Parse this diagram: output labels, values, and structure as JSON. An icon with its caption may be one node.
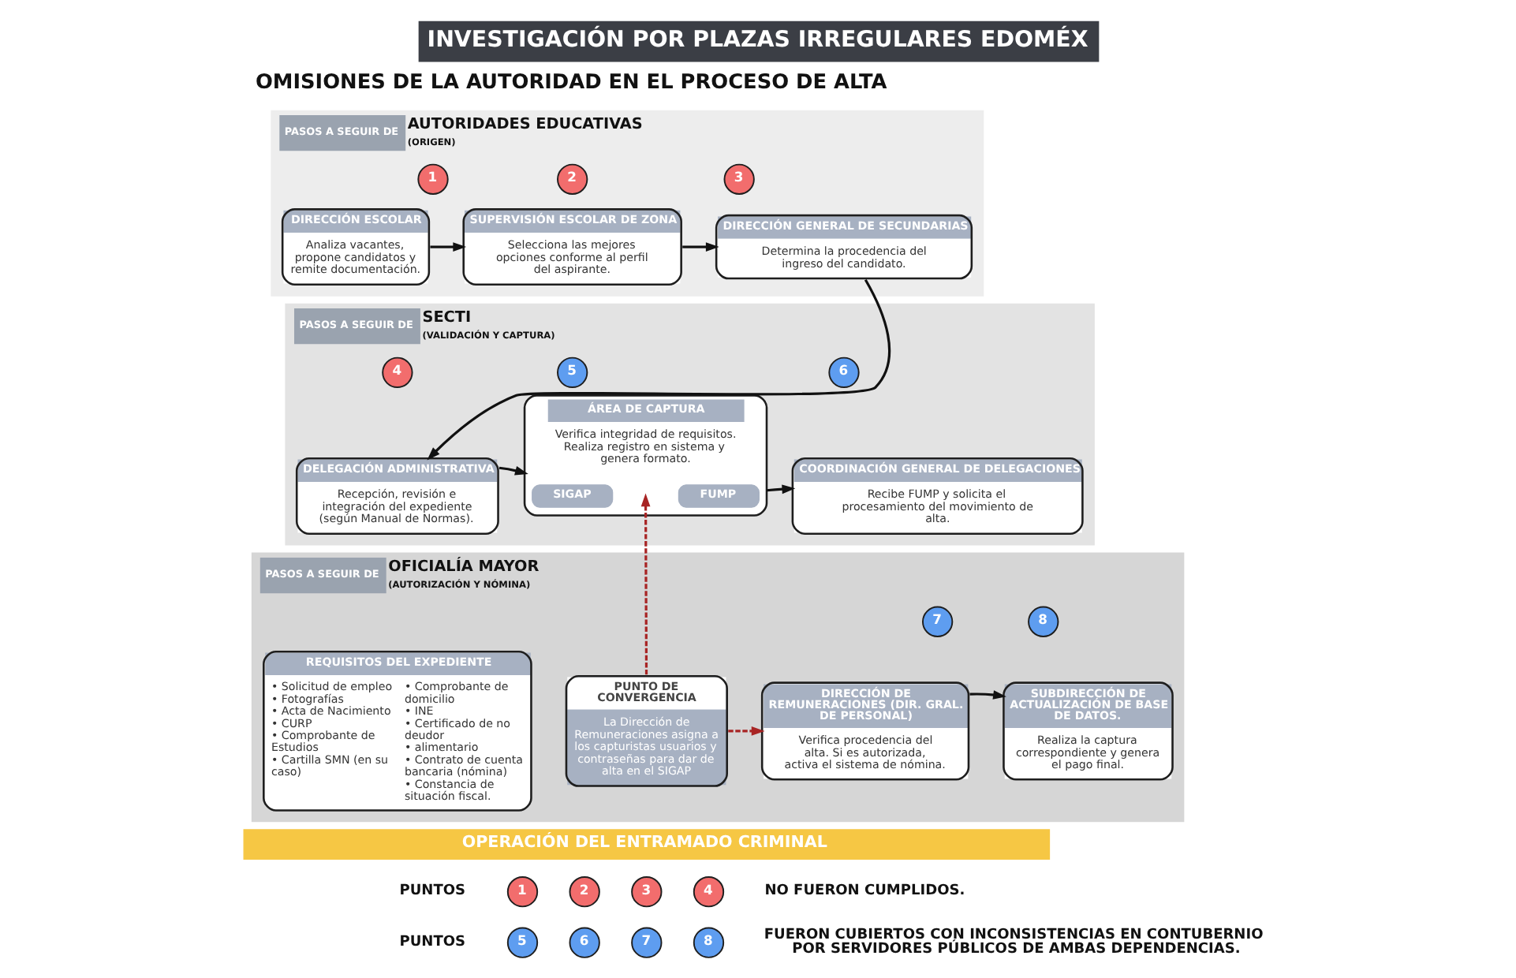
{
  "diagram": {
    "title": "INVESTIGACIÓN POR PLAZAS IRREGULARES EDOMÉX",
    "nodes": [
      {
        "text": [
          "PASOS A SEGUIR DE",
          "AUTORIDADES EDUCATIVAS",
          "(ORIGEN)"
        ]
      },
      {
        "text": [
          "1"
        ],
        "in": 0
      },
      {
        "text": [
          "DIRECCIÓN ESCOLAR",
          "Analiza vacantes, propone candidatos y remite documentación."
        ],
        "in": 0
      },
      {
        "text": [
          "2"
        ],
        "in": 0
      },
      {
        "text": [
          "SUPERVISIÓN ESCOLAR DE ZONA",
          "Selecciona las mejores opciones conforme al perfil del aspirante."
        ],
        "in": 0
      },
      {
        "text": [
          "3"
        ],
        "in": 0
      },
      {
        "text": [
          "DIRECCIÓN GENERAL DE SECUNDARIAS",
          "Determina la procedencia del ingreso del candidato."
        ],
        "in": 0
      },
      {
        "text": [
          "PASOS A SEGUIR DE",
          "SECTI",
          "(VALIDACIÓN Y CAPTURA)"
        ]
      },
      {
        "text": [
          "4"
        ],
        "in": 7
      },
      {
        "text": [
          "DELEGACIÓN ADMINISTRATIVA",
          "Recepción, revisión e integración del expediente (según Manual de Normas)."
        ],
        "in": 7
      },
      {
        "text": [
          "5"
        ],
        "in": 7
      },
      {
        "text": [
          "ÁREA DE CAPTURA",
          "Verifica integridad de requisitos. Realiza registro en sistema y genera formato."
        ],
        "in": 7
      },
      {
        "text": [
          "SIGAP"
        ],
        "in": 11
      },
      {
        "text": [
          "FUMP"
        ],
        "in": 11
      },
      {
        "text": [
          "6"
        ],
        "in": 7
      },
      {
        "text": [
          "COORDINACIÓN GENERAL DE DELEGACIONES",
          "Recibe FUMP y solicita el procesamiento del movimiento de alta."
        ],
        "in": 7
      },
      {
        "text": [
          "PASOS A SEGUIR DE",
          "OFICIALÍA MAYOR",
          "(AUTORIZACIÓN Y NÓMINA)"
        ]
      },
      {
        "text": [
          "REQUISITOS DEL EXPEDIENTE",
          "• Solicitud de empleo",
          "• Fotografías",
          "• Acta de Nacimiento",
          "• CURP",
          "• Comprobante de Estudios",
          "• Cartilla SMN (en su caso)",
          "• Comprobante de domicilio",
          "• INE",
          "• Certificado de no deudor",
          "• alimentario",
          "• Contrato de cuenta bancaria (nómina)",
          "• Constancia de situación fiscal."
        ],
        "in": 16
      },
      {
        "text": [
          "PUNTO DE CONVERGENCIA",
          "La Dirección de Remuneraciones asigna a los capturistas usuarios y contraseñas para dar de alta en el SIGAP"
        ],
        "in": 16
      },
      {
        "text": [
          "7"
        ],
        "in": 16
      },
      {
        "text": [
          "DIRECCIÓN DE REMUNERACIONES (DIR. GRAL. DE PERSONAL)",
          "Verifica procedencia del alta. Si es autorizada, activa el sistema de nómina."
        ],
        "in": 16
      },
      {
        "text": [
          "8"
        ],
        "in": 16
      },
      {
        "text": [
          "SUBDIRECCIÓN DE ACTUALIZACIÓN DE BASE DE DATOS.",
          "Realiza la captura correspondiente y genera el pago final."
        ],
        "in": 16
      },
      {
        "text": [
          "OPERACIÓN DEL ENTRAMADO CRIMINAL"
        ]
      },
      {
        "text": [
          "1"
        ]
      },
      {
        "text": [
          "2"
        ]
      },
      {
        "text": [
          "3"
        ]
      },
      {
        "text": [
          "4"
        ]
      },
      {
        "text": [
          "5"
        ]
      },
      {
        "text": [
          "6"
        ]
      },
      {
        "text": [
          "7"
        ]
      },
      {
        "text": [
          "8"
        ]
      }
    ],
    "edges": [
      {
        "from": 2,
        "to": 4,
        "arrow": "to"
      },
      {
        "from": 4,
        "to": 6,
        "arrow": "to"
      },
      {
        "from": 6,
        "to": 9,
        "arrow": "to"
      },
      {
        "from": 9,
        "to": 11,
        "arrow": "to"
      },
      {
        "from": 11,
        "to": 15,
        "arrow": "to"
      },
      {
        "from": 18,
        "to": 11,
        "arrow": "to",
        "style": "dashed",
        "color": "#a82424"
      },
      {
        "from": 18,
        "to": 20,
        "arrow": "to",
        "style": "dashed",
        "color": "#a82424"
      },
      {
        "from": 20,
        "to": 22,
        "arrow": "to"
      }
    ],
    "labels": [
      "OMISIONES DE LA AUTORIDAD EN EL PROCESO DE ALTA",
      "PUNTOS",
      "NO FUERON CUMPLIDOS.",
      "PUNTOS",
      "FUERON CUBIERTOS CON INCONSISTENCIAS EN CONTUBERNIO POR SERVIDORES PÚBLICOS DE AMBAS DEPENDENCIAS."
    ]
  }
}
